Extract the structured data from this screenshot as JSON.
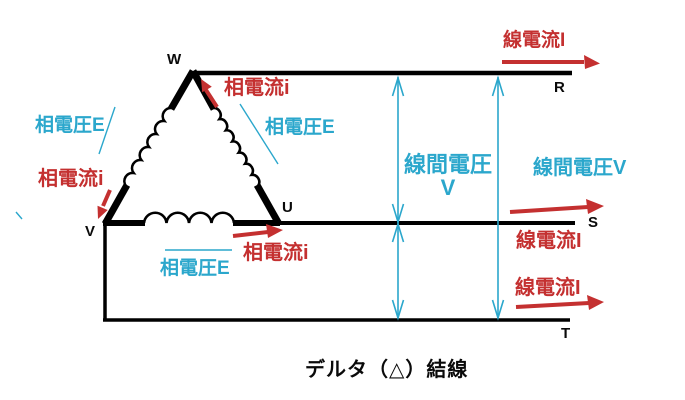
{
  "colors": {
    "accent_cyan": "#2ba7cc",
    "accent_red": "#c43030",
    "line_black": "#000000",
    "background": "#ffffff"
  },
  "terminals": {
    "w": "W",
    "v": "V",
    "u": "U",
    "r": "R",
    "s": "S",
    "t": "T"
  },
  "labels": {
    "phase_voltage_left": "相電圧E",
    "phase_voltage_right": "相電圧E",
    "phase_voltage_bottom": "相電圧E",
    "phase_current_top": "相電流i",
    "phase_current_left": "相電流i",
    "phase_current_bottom": "相電流i",
    "line_current_r": "線電流I",
    "line_current_s": "線電流I",
    "line_current_t": "線電流I",
    "line_voltage_center_line1": "線間電圧",
    "line_voltage_center_line2": "V",
    "line_voltage_right": "線間電圧V"
  },
  "caption": "デルタ（△）結線"
}
